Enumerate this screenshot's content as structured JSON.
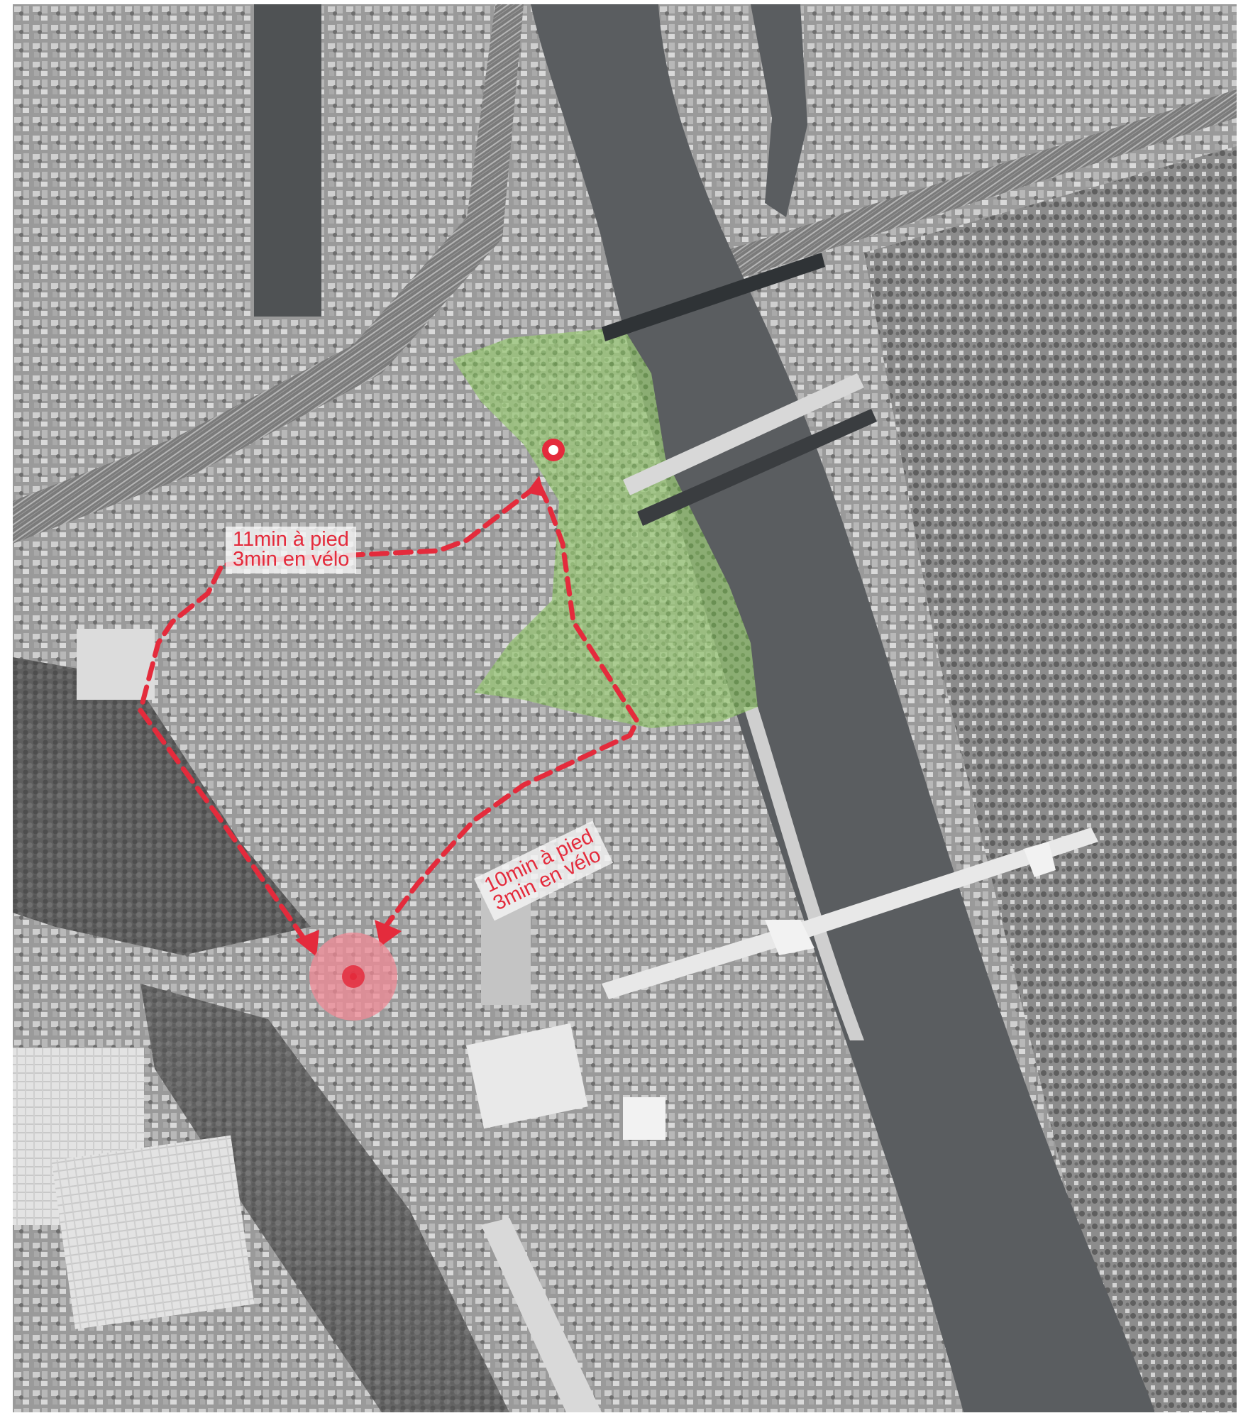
{
  "route_labels": [
    {
      "line1": "11min à pied",
      "line2": "3min en vélo"
    },
    {
      "line1": "10min à pied",
      "line2": "3min en vélo"
    }
  ],
  "colors": {
    "route": "#e42b3c",
    "destination_halo": "#f08a96",
    "park_green": "#9bc879",
    "river": "#5a5d60",
    "ground": "#8f8f8f"
  },
  "icons": {
    "origin": "origin-marker-icon",
    "destination": "destination-marker-icon",
    "route_arrow": "arrow-head-icon"
  }
}
